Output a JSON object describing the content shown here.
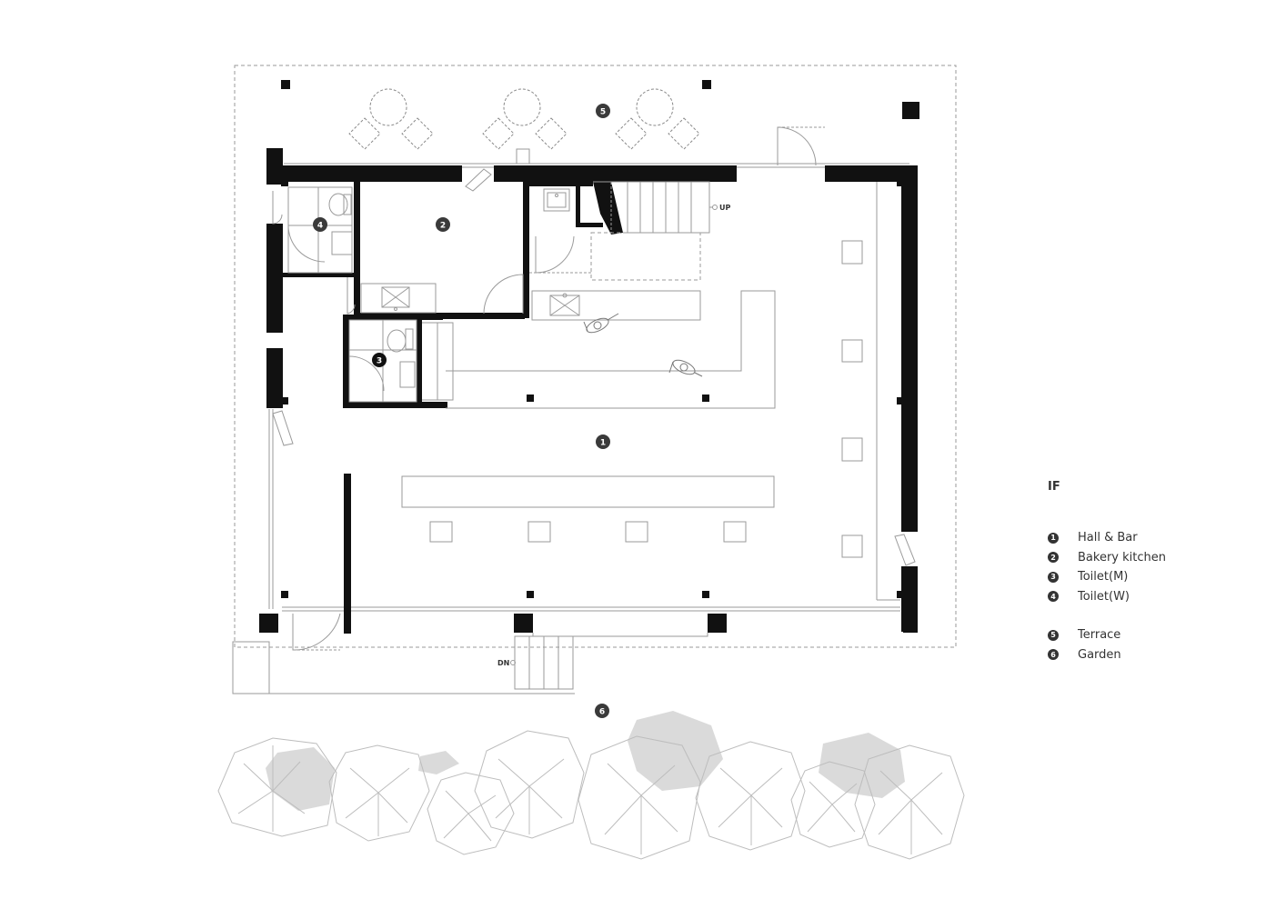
{
  "floor_label": "IF",
  "labels": {
    "up": "UP",
    "down": "DN"
  },
  "legend": [
    {
      "num": "1",
      "name": "Hall & Bar"
    },
    {
      "num": "2",
      "name": "Bakery kitchen"
    },
    {
      "num": "3",
      "name": "Toilet(M)"
    },
    {
      "num": "4",
      "name": "Toilet(W)"
    },
    {
      "num": "5",
      "name": "Terrace"
    },
    {
      "num": "6",
      "name": "Garden"
    }
  ],
  "colors": {
    "wall": "#111111",
    "line": "#b0b0b0",
    "marker": "#3a3a3a",
    "tree_shadow": "#d6d6d6"
  }
}
